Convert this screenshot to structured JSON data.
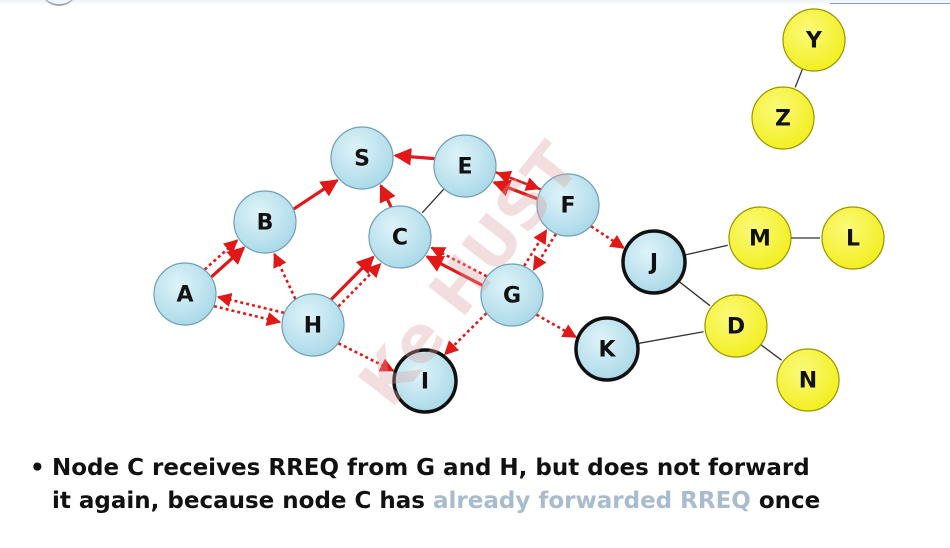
{
  "watermark": "Ke HUST",
  "nodes": [
    {
      "id": "S",
      "label": "S",
      "color": "#b8e2ee",
      "bold_border": false
    },
    {
      "id": "E",
      "label": "E",
      "color": "#b8e2ee",
      "bold_border": false
    },
    {
      "id": "B",
      "label": "B",
      "color": "#b8e2ee",
      "bold_border": false
    },
    {
      "id": "C",
      "label": "C",
      "color": "#b8e2ee",
      "bold_border": false
    },
    {
      "id": "F",
      "label": "F",
      "color": "#b8e2ee",
      "bold_border": false
    },
    {
      "id": "A",
      "label": "A",
      "color": "#b8e2ee",
      "bold_border": false
    },
    {
      "id": "H",
      "label": "H",
      "color": "#b8e2ee",
      "bold_border": false
    },
    {
      "id": "G",
      "label": "G",
      "color": "#b8e2ee",
      "bold_border": false
    },
    {
      "id": "I",
      "label": "I",
      "color": "#b8e2ee",
      "bold_border": true
    },
    {
      "id": "J",
      "label": "J",
      "color": "#b8e2ee",
      "bold_border": true
    },
    {
      "id": "K",
      "label": "K",
      "color": "#b8e2ee",
      "bold_border": true
    },
    {
      "id": "Y",
      "label": "Y",
      "color": "#f5f22a",
      "bold_border": false
    },
    {
      "id": "Z",
      "label": "Z",
      "color": "#f5f22a",
      "bold_border": false
    },
    {
      "id": "M",
      "label": "M",
      "color": "#f5f22a",
      "bold_border": false
    },
    {
      "id": "L",
      "label": "L",
      "color": "#f5f22a",
      "bold_border": false
    },
    {
      "id": "D",
      "label": "D",
      "color": "#f5f22a",
      "bold_border": false
    },
    {
      "id": "N",
      "label": "N",
      "color": "#f5f22a",
      "bold_border": false
    }
  ],
  "links": [
    {
      "from": "E",
      "to": "C",
      "style": "plain"
    },
    {
      "from": "Y",
      "to": "Z",
      "style": "plain"
    },
    {
      "from": "J",
      "to": "M",
      "style": "plain"
    },
    {
      "from": "M",
      "to": "L",
      "style": "plain"
    },
    {
      "from": "J",
      "to": "D",
      "style": "plain"
    },
    {
      "from": "K",
      "to": "D",
      "style": "plain"
    },
    {
      "from": "D",
      "to": "N",
      "style": "plain"
    },
    {
      "from": "B",
      "to": "S",
      "style": "solid"
    },
    {
      "from": "C",
      "to": "S",
      "style": "solid"
    },
    {
      "from": "E",
      "to": "S",
      "style": "solid"
    },
    {
      "from": "F",
      "to": "E",
      "style": "solid"
    },
    {
      "from": "A",
      "to": "B",
      "style": "solid"
    },
    {
      "from": "H",
      "to": "C",
      "style": "solid"
    },
    {
      "from": "G",
      "to": "C",
      "style": "solid"
    },
    {
      "from": "A",
      "to": "B",
      "style": "dotted"
    },
    {
      "from": "H",
      "to": "B",
      "style": "dotted"
    },
    {
      "from": "A",
      "to": "H",
      "style": "dotted"
    },
    {
      "from": "H",
      "to": "A",
      "style": "dotted"
    },
    {
      "from": "H",
      "to": "C",
      "style": "dotted"
    },
    {
      "from": "G",
      "to": "C",
      "style": "dotted"
    },
    {
      "from": "G",
      "to": "F",
      "style": "dotted"
    },
    {
      "from": "F",
      "to": "G",
      "style": "dotted"
    },
    {
      "from": "E",
      "to": "F",
      "style": "dotted"
    },
    {
      "from": "F",
      "to": "E",
      "style": "dotted"
    },
    {
      "from": "F",
      "to": "J",
      "style": "dotted"
    },
    {
      "from": "G",
      "to": "K",
      "style": "dotted"
    },
    {
      "from": "G",
      "to": "I",
      "style": "dotted"
    },
    {
      "from": "H",
      "to": "I",
      "style": "dotted"
    }
  ],
  "colors": {
    "arrow": "#e01818",
    "plain_link": "#333333",
    "blue_node": "#b8e2ee",
    "yellow_node": "#f5f22a",
    "highlight_text": "#a9bccd"
  },
  "caption": {
    "bullet": "•",
    "line1": "Node C receives RREQ from G and H, but does not forward",
    "line2_start": "it again, because node C has ",
    "line2_highlight": "already forwarded RREQ",
    "line2_end": " once"
  }
}
